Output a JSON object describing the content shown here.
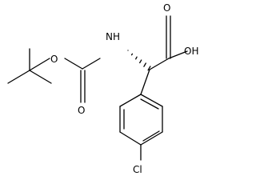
{
  "structure": {
    "atoms": {
      "oxygen_carbonyl_acid": "O",
      "hydroxyl": "OH",
      "nitrogen_amide": "NH",
      "oxygen_ester": "O",
      "oxygen_carbonyl_carbamate": "O",
      "chlorine": "Cl"
    },
    "colors": {
      "bond": "#000000",
      "label": "#000000",
      "background": "#ffffff"
    }
  }
}
